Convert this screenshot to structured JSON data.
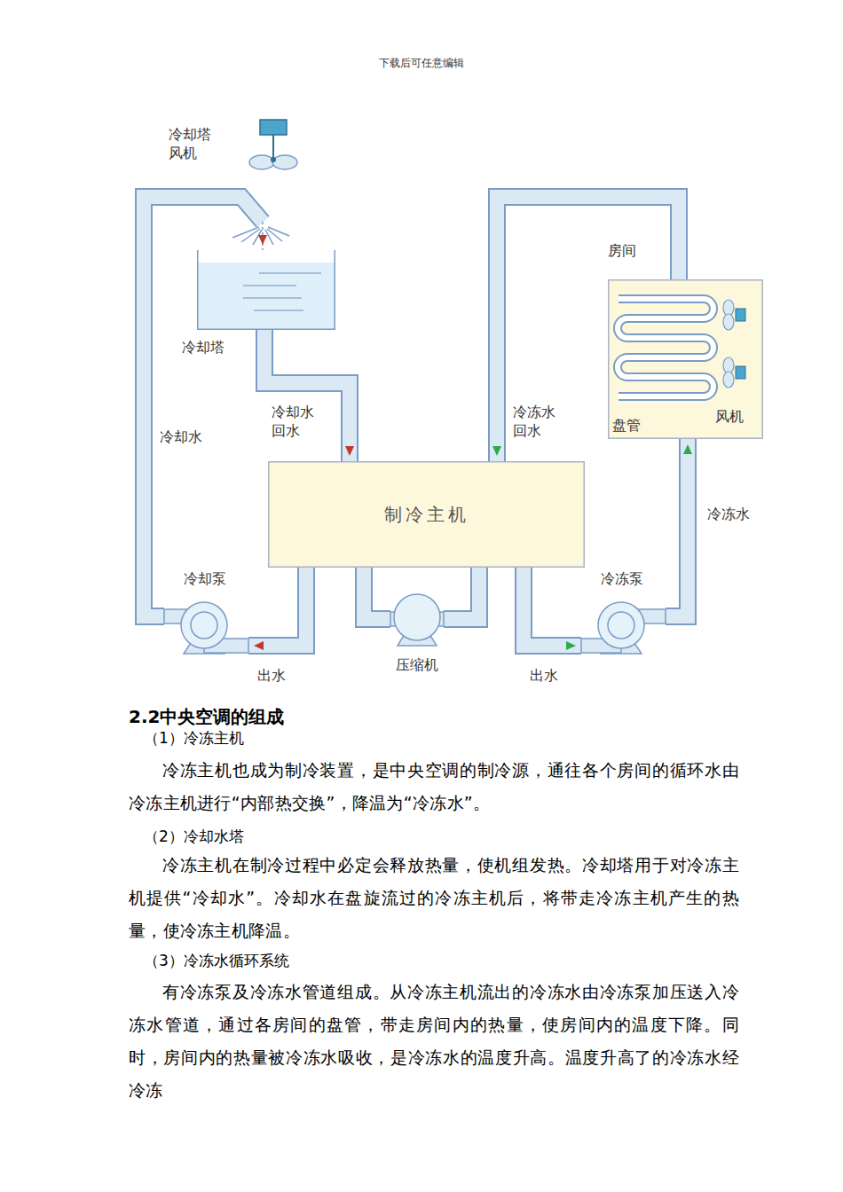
{
  "diagram": {
    "nodes": [
      {
        "text": [
          "冷却塔"
        ]
      },
      {
        "text": [
          "房间"
        ]
      },
      {
        "text": [
          "制冷主机"
        ]
      },
      {
        "text": [
          "冷却泵"
        ]
      },
      {
        "text": [
          "压缩机"
        ]
      },
      {
        "text": [
          "冷冻泵"
        ]
      }
    ],
    "edges": [
      {
        "from": 0,
        "to": 2,
        "label": "冷却水 回水",
        "arrow": "to"
      },
      {
        "from": 2,
        "to": 3,
        "label": "出水",
        "arrow": "to"
      },
      {
        "from": 3,
        "to": 0,
        "label": "冷却水",
        "arrow": "to"
      },
      {
        "from": 2,
        "to": 4,
        "arrow": "none"
      },
      {
        "from": 4,
        "to": 2,
        "arrow": "none"
      },
      {
        "from": 2,
        "to": 5,
        "label": "出水",
        "arrow": "to"
      },
      {
        "from": 5,
        "to": 1,
        "label": "冷冻水",
        "arrow": "to"
      },
      {
        "from": 1,
        "to": 2,
        "label": "冷冻水 回水",
        "arrow": "to"
      }
    ],
    "labels": [
      "下载后可任意编辑",
      "冷却塔 风机",
      "盘管",
      "风机",
      "2.2中央空调的组成",
      "（1）冷冻主机",
      "冷冻主机也成为制冷装置，是中央空调的制冷源，通往各个房间的循环水由冷冻主机进行“内部热交换”，降温为“冷冻水”。",
      "（2）冷却水塔",
      "冷冻主机在制冷过程中必定会释放热量，使机组发热。冷却塔用于对冷冻主机提供“冷却水”。冷却水在盘旋流过的冷冻主机后，将带走冷冻主机产生的热量，使冷冻主机降温。",
      "（3）冷冻水循环系统",
      "有冷冻泵及冷冻水管道组成。从冷冻主机流出的冷冻水由冷冻泵加压送入冷冻水管道，通过各房间的盘管，带走房间内的热量，使房间内的温度下降。同时，房间内的热量被冷冻水吸收，是冷冻水的温度升高。温度升高了的冷冻水经冷冻"
    ]
  }
}
